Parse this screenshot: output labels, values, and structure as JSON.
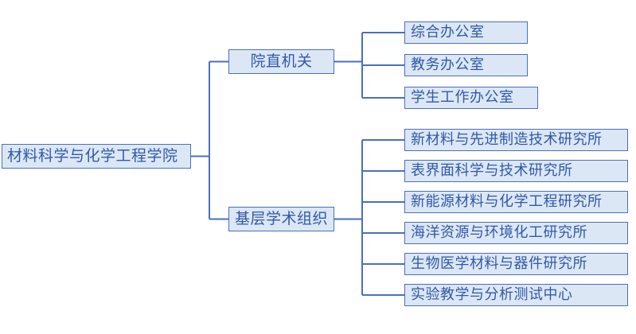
{
  "diagram": {
    "type": "organization-chart",
    "orientation": "left-to-right",
    "title_node": "材料科学与化学工程学院",
    "colors": {
      "node_border": "#4a6fc0",
      "node_fill": "#dce7f5",
      "node_text": "#2f5aa8",
      "connector": "#4a6fc0",
      "background": "#ffffff"
    },
    "root": {
      "label": "材料科学与化学工程学院"
    },
    "branches": [
      {
        "label": "院直机关",
        "children": [
          {
            "label": "综合办公室"
          },
          {
            "label": "教务办公室"
          },
          {
            "label": "学生工作办公室"
          }
        ]
      },
      {
        "label": "基层学术组织",
        "children": [
          {
            "label": "新材料与先进制造技术研究所"
          },
          {
            "label": "表界面科学与技术研究所"
          },
          {
            "label": "新能源材料与化学工程研究所"
          },
          {
            "label": "海洋资源与环境化工研究所"
          },
          {
            "label": "生物医学材料与器件研究所"
          },
          {
            "label": "实验教学与分析测试中心"
          }
        ]
      }
    ]
  }
}
